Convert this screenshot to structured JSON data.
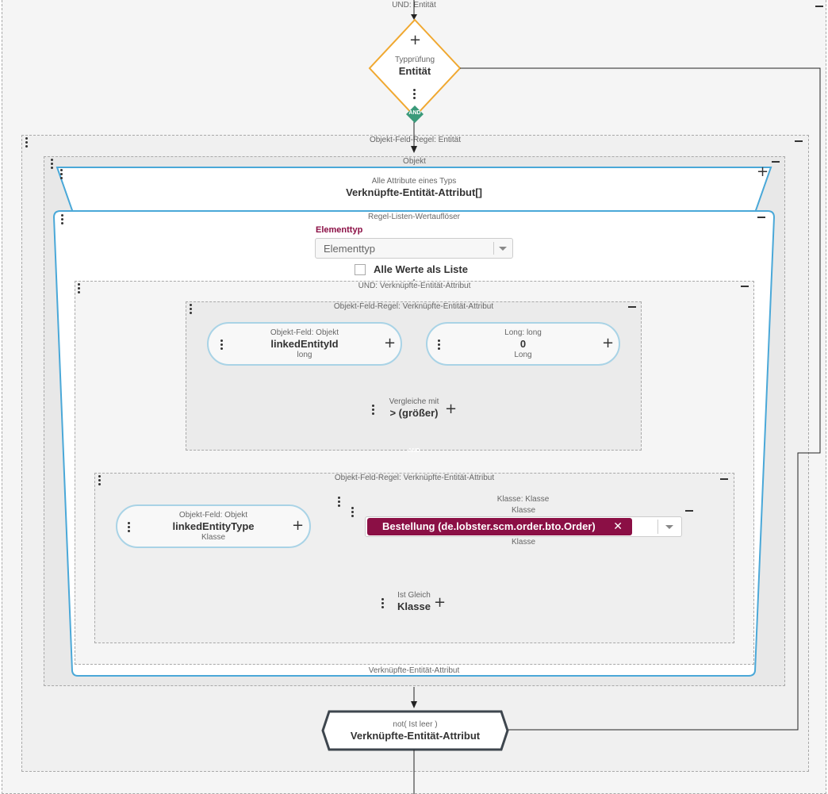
{
  "root": {
    "label": "UND: Entität"
  },
  "type_check": {
    "title": "Typprüfung",
    "value": "Entität"
  },
  "and_label": "AND",
  "ofr_entity": {
    "label": "Objekt-Feld-Regel: Entität"
  },
  "objekt_zone": {
    "label": "Objekt"
  },
  "all_attrs": {
    "title": "Alle Attribute eines Typs",
    "value": "Verknüpfte-Entität-Attribut[]"
  },
  "resolver": {
    "label": "Regel-Listen-Wertauflöser",
    "element_label": "Elementtyp",
    "element_placeholder": "Elementtyp",
    "checkbox_label": "Alle Werte als Liste",
    "footer": "Verknüpfte-Entität-Attribut"
  },
  "und_attr": {
    "label": "UND: Verknüpfte-Entität-Attribut"
  },
  "ofr_attr1": {
    "label": "Objekt-Feld-Regel: Verknüpfte-Entität-Attribut"
  },
  "field1": {
    "title": "Objekt-Feld: Objekt",
    "value": "linkedEntityId",
    "type": "long"
  },
  "long_const": {
    "title": "Long: long",
    "value": "0",
    "type": "Long"
  },
  "compare": {
    "title": "Vergleiche mit",
    "value": "> (größer)"
  },
  "ofr_attr2": {
    "label": "Objekt-Feld-Regel: Verknüpfte-Entität-Attribut"
  },
  "field2": {
    "title": "Objekt-Feld: Objekt",
    "value": "linkedEntityType",
    "type": "Klasse"
  },
  "klasse_zone": {
    "label": "Klasse: Klasse"
  },
  "klasse_input": {
    "title": "Klasse",
    "chip": "Bestellung (de.lobster.scm.order.bto.Order)",
    "type": "Klasse"
  },
  "equals": {
    "title": "Ist Gleich",
    "value": "Klasse"
  },
  "not_empty": {
    "title": "not( Ist leer )",
    "value": "Verknüpfte-Entität-Attribut"
  },
  "colors": {
    "accent_orange": "#f0a830",
    "connector_green": "#3a9a7a",
    "chip_red": "#8b0f45",
    "pill_border": "#a9d3e6",
    "node_border": "#3e464e"
  }
}
